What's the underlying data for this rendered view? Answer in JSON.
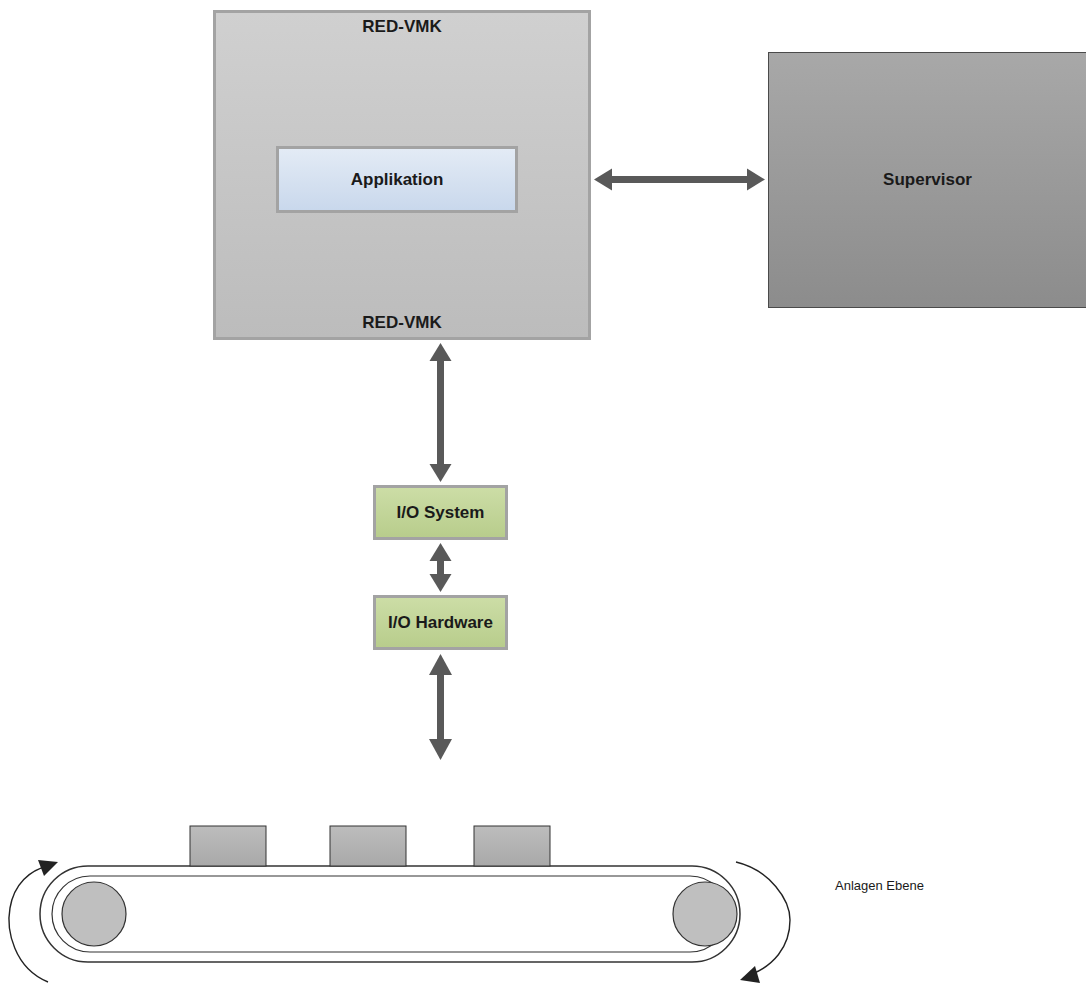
{
  "diagram": {
    "nodes": [
      {
        "text": [
          "RED-VMK",
          "RED-VMK"
        ]
      },
      {
        "text": [
          "Applikation"
        ],
        "in": 0
      },
      {
        "text": [
          "Supervisor"
        ]
      },
      {
        "text": [
          "I/O System"
        ]
      },
      {
        "text": [
          "I/O Hardware"
        ]
      }
    ],
    "edges": [
      {
        "from": 0,
        "to": 1,
        "arrow": "to"
      },
      {
        "from": 1,
        "to": 0,
        "arrow": "to"
      },
      {
        "from": 0,
        "to": 2,
        "arrow": "both"
      },
      {
        "from": 0,
        "to": 3,
        "arrow": "both"
      },
      {
        "from": 3,
        "to": 4,
        "arrow": "both"
      }
    ],
    "labels": [
      "Anlagen Ebene"
    ]
  }
}
